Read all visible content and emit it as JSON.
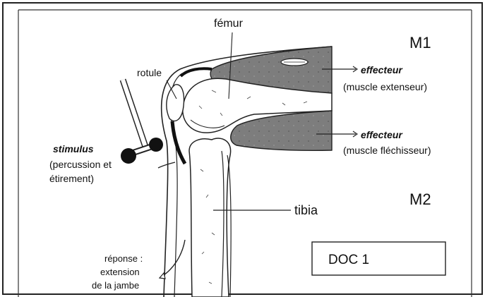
{
  "labels": {
    "femur": "fémur",
    "m1": "M1",
    "m2": "M2",
    "rotule": "rotule",
    "effecteur_top": "effecteur",
    "muscle_extenseur": "(muscle extenseur)",
    "effecteur_bottom": "effecteur",
    "muscle_flechisseur": "(muscle fléchisseur)",
    "stimulus": "stimulus",
    "stimulus_line1": "(percussion et",
    "stimulus_line2": "étirement)",
    "tibia": "tibia",
    "reponse_line1": "réponse :",
    "reponse_line2": "extension",
    "reponse_line3": "de la jambe",
    "doc": "DOC 1"
  }
}
